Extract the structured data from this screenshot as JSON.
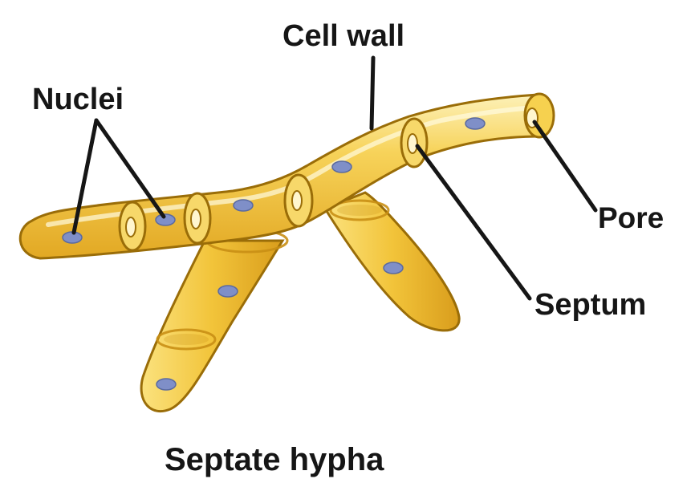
{
  "labels": {
    "cell_wall": "Cell wall",
    "nuclei": "Nuclei",
    "pore": "Pore",
    "septum": "Septum",
    "caption": "Septate hypha"
  },
  "colors": {
    "hypha_fill": "#f2c43a",
    "hypha_light": "#fbe58a",
    "hypha_outline": "#9a6d08",
    "septum_ring": "#c98f15",
    "nucleus": "#7f8fc8",
    "leader_line": "#161616"
  }
}
